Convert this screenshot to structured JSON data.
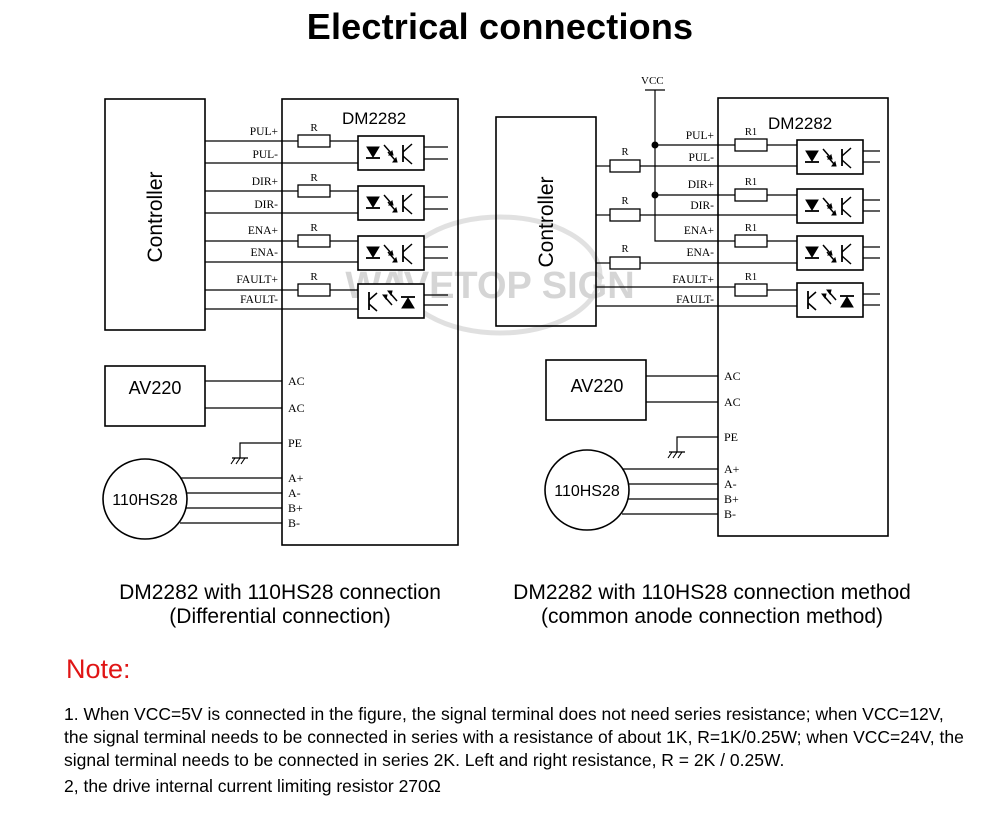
{
  "title": "Electrical connections",
  "diagram_left": {
    "driver": "DM2282",
    "controller": "Controller",
    "power": "AV220",
    "motor": "110HS28",
    "signals": [
      "PUL+",
      "PUL-",
      "DIR+",
      "DIR-",
      "ENA+",
      "ENA-",
      "FAULT+",
      "FAULT-"
    ],
    "resistor": "R",
    "power_terms": [
      "AC",
      "AC"
    ],
    "pe": "PE",
    "motor_terms": [
      "A+",
      "A-",
      "B+",
      "B-"
    ],
    "caption_line1": "DM2282 with 110HS28 connection",
    "caption_line2": "(Differential connection)"
  },
  "diagram_right": {
    "driver": "DM2282",
    "controller": "Controller",
    "power": "AV220",
    "motor": "110HS28",
    "vcc": "VCC",
    "signals": [
      "PUL+",
      "PUL-",
      "DIR+",
      "DIR-",
      "ENA+",
      "ENA-",
      "FAULT+",
      "FAULT-"
    ],
    "resistor_outer": "R",
    "resistor_inner": "R1",
    "power_terms": [
      "AC",
      "AC"
    ],
    "pe": "PE",
    "motor_terms": [
      "A+",
      "A-",
      "B+",
      "B-"
    ],
    "caption_line1": "DM2282 with 110HS28 connection method",
    "caption_line2": "(common anode connection method)"
  },
  "watermark": "WAVETOP SIGN",
  "note": {
    "heading": "Note:",
    "line1": "1. When VCC=5V is connected in the figure, the signal terminal does not need series resistance; when VCC=12V, the signal terminal needs to be connected in series with a resistance of about 1K, R=1K/0.25W; when VCC=24V, the signal terminal needs to be connected in series 2K. Left and right resistance, R = 2K / 0.25W.",
    "line2": "2, the drive internal current limiting resistor 270Ω"
  },
  "colors": {
    "note_heading": "#e01515",
    "ink": "#000000",
    "watermark": "#b4b4b4"
  }
}
